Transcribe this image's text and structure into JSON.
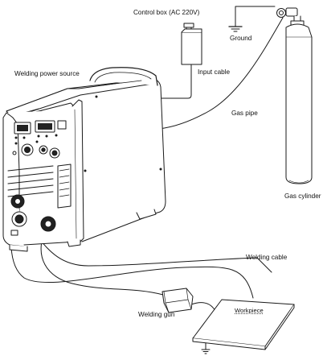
{
  "labels": {
    "control_box": "Control box (AC 220V)",
    "ground": "Ground",
    "input_cable": "Input cable",
    "welding_power_source": "Welding power source",
    "gas_pipe": "Gas pipe",
    "gas_cylinder": "Gas cylinder",
    "welding_cable": "Welding cable",
    "welding_gun": "Welding gun",
    "workpiece": "Workpiece"
  },
  "colors": {
    "line": "#1a1a1a",
    "fill": "#ffffff",
    "dark": "#222222"
  },
  "icons": [
    "welding-machine-icon",
    "control-box-icon",
    "gas-cylinder-icon",
    "ground-symbol-icon",
    "workpiece-plate-icon",
    "welding-gun-icon"
  ]
}
